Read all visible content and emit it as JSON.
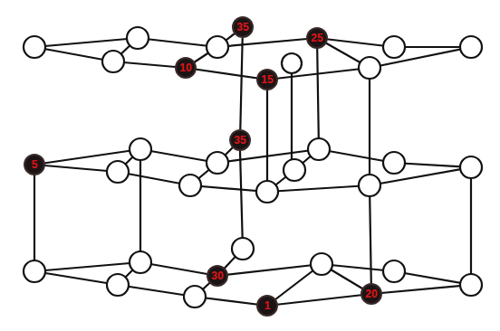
{
  "diagram": {
    "nodes": [
      {
        "text": [
          "35"
        ]
      },
      {
        "text": [
          "25"
        ]
      },
      {
        "text": [
          "10"
        ]
      },
      {
        "text": [
          "15"
        ]
      },
      {
        "text": [
          "35"
        ]
      },
      {
        "text": [
          "5"
        ]
      },
      {
        "text": [
          "30"
        ]
      },
      {
        "text": [
          "1"
        ]
      },
      {
        "text": [
          "20"
        ]
      }
    ],
    "edges": [
      {
        "from": 0,
        "to": 4,
        "arrow": "none"
      }
    ]
  }
}
